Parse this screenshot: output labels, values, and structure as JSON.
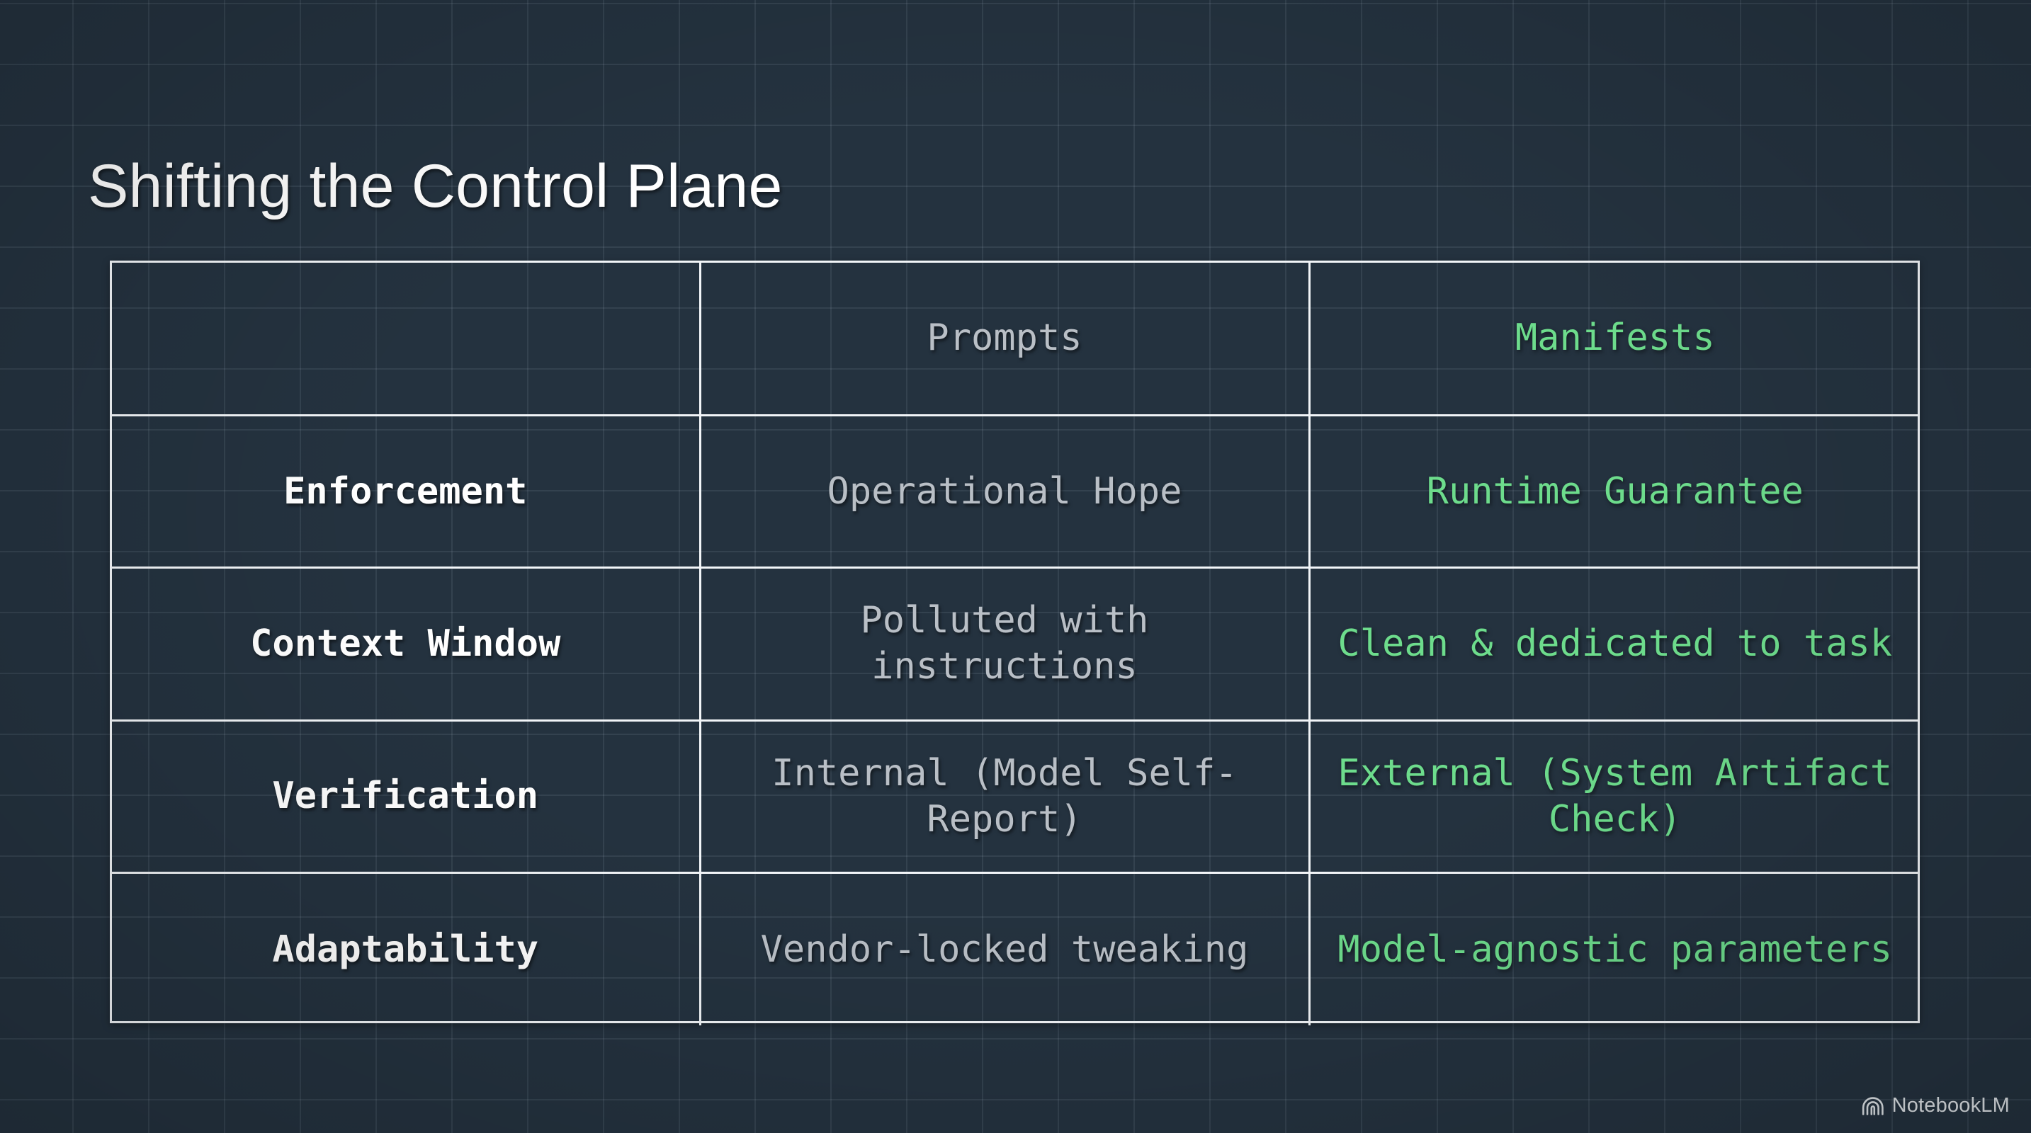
{
  "slide": {
    "title": "Shifting the Control Plane",
    "background_color": "#24323f",
    "grid_line_color": "rgba(190,205,218,0.10)"
  },
  "theme": {
    "accent_green": "#6ddc8c",
    "muted_gray": "#b9bfc6",
    "text_white": "#ffffff",
    "border_white": "#f2f5f8"
  },
  "table": {
    "corner_label": "",
    "headers": [
      "",
      "Prompts",
      "Manifests"
    ],
    "rows": [
      {
        "label": "Enforcement",
        "prompts": "Operational Hope",
        "manifests": "Runtime Guarantee"
      },
      {
        "label": "Context Window",
        "prompts": "Polluted with instructions",
        "manifests": "Clean & dedicated to task"
      },
      {
        "label": "Verification",
        "prompts": "Internal (Model Self-Report)",
        "manifests": "External (System Artifact Check)"
      },
      {
        "label": "Adaptability",
        "prompts": "Vendor-locked tweaking",
        "manifests": "Model-agnostic parameters"
      }
    ]
  },
  "watermark": {
    "label": "NotebookLM",
    "icon": "notebooklm-spiral-icon"
  }
}
